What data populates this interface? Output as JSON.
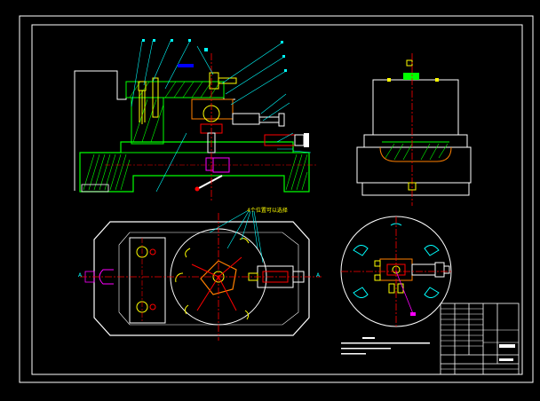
{
  "drawing": {
    "background": "#000000",
    "colors": {
      "border": "#ffffff",
      "outline": "#ffffff",
      "green": "#00ff00",
      "yellow": "#ffff00",
      "red": "#ff0000",
      "cyan": "#00ffff",
      "magenta": "#ff00ff",
      "blue": "#0000ff",
      "orange": "#ff8000"
    },
    "annotation_note": "4个位置可以选择",
    "section_mark_left": "A",
    "section_mark_right": "A"
  }
}
